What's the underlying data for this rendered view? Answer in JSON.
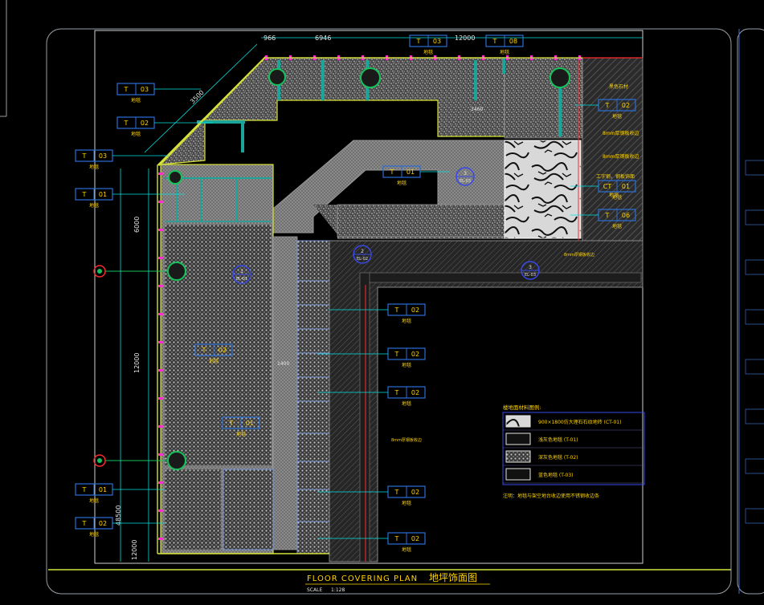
{
  "drawing": {
    "title_en": "FLOOR COVERING PLAN",
    "title_cn": "地坪饰面图",
    "scale_label": "SCALE",
    "scale_value": "1:128"
  },
  "dimensions": {
    "top_966": "966",
    "top_6946": "6946",
    "top_12000": "12000",
    "left_6000": "6000",
    "left_12000": "12000",
    "left_48500": "48500",
    "left_12000b": "12000",
    "diag_3500": "3500",
    "inner_3460": "3460",
    "inner_1400": "1400"
  },
  "tags": [
    {
      "id": "T-03-top-a",
      "code": "T",
      "num": "03",
      "sub": "地毯"
    },
    {
      "id": "T-08-top-b",
      "code": "T",
      "num": "08",
      "sub": "地毯"
    },
    {
      "id": "T-03-left-a",
      "code": "T",
      "num": "03",
      "sub": "地毯"
    },
    {
      "id": "T-02-left-b",
      "code": "T",
      "num": "02",
      "sub": "地毯"
    },
    {
      "id": "T-03-left-c",
      "code": "T",
      "num": "03",
      "sub": "地毯"
    },
    {
      "id": "T-01-left-d",
      "code": "T",
      "num": "01",
      "sub": "地毯"
    },
    {
      "id": "T-01-center",
      "code": "T",
      "num": "01",
      "sub": "地毯"
    },
    {
      "id": "T-02-right-a",
      "code": "T",
      "num": "02",
      "sub": "地毯"
    },
    {
      "id": "CT-01-right",
      "code": "CT",
      "num": "01",
      "sub": "地毯"
    },
    {
      "id": "T-06-right",
      "code": "T",
      "num": "06",
      "sub": "地毯"
    },
    {
      "id": "T-02-mid",
      "code": "T",
      "num": "02",
      "sub": "地毯"
    },
    {
      "id": "T-01-mid-b",
      "code": "T",
      "num": "01",
      "sub": "地毯"
    },
    {
      "id": "T-02-c1",
      "code": "T",
      "num": "02",
      "sub": "地毯"
    },
    {
      "id": "T-02-c2",
      "code": "T",
      "num": "02",
      "sub": "地毯"
    },
    {
      "id": "T-02-c3",
      "code": "T",
      "num": "02",
      "sub": "地毯"
    },
    {
      "id": "T-02-c4",
      "code": "T",
      "num": "02",
      "sub": "地毯"
    },
    {
      "id": "T-02-c5",
      "code": "T",
      "num": "02",
      "sub": "地毯"
    },
    {
      "id": "T-01-bl",
      "code": "T",
      "num": "01",
      "sub": "地毯"
    },
    {
      "id": "T-02-bl",
      "code": "T",
      "num": "02",
      "sub": "地毯"
    }
  ],
  "section_marks": [
    {
      "num": "3",
      "ref": "EL-03"
    },
    {
      "num": "1",
      "ref": "EL-01"
    },
    {
      "num": "2",
      "ref": "EL-02"
    },
    {
      "num": "3",
      "ref": "EL-03"
    }
  ],
  "annotations": {
    "right_1": "黑色石材",
    "right_2": "8mm厚钢板收边",
    "right_3": "8mm厚钢板收边",
    "right_4": "工字钢，钢板饰面",
    "right_5": "地坪",
    "mid_note": "8mm厚钢板收边",
    "lower_note": "8mm厚钢板收边"
  },
  "legend": {
    "title": "楼地面材料图例:",
    "items": [
      {
        "label": "900×1800仿大理石石纹地砖 (CT-01)",
        "pattern": "marble"
      },
      {
        "label": "浅灰色地毯 (T-01)",
        "pattern": "plain"
      },
      {
        "label": "深灰色地毯 (T-02)",
        "pattern": "dots"
      },
      {
        "label": "蓝色地毯 (T-03)",
        "pattern": "plain"
      }
    ],
    "note": "注明：地毯与架空地台收边使用不锈钢收边条"
  },
  "colors": {
    "background": "#000000",
    "border": "#9aa0a6",
    "tag": "#2c6fd6",
    "tag_text": "#ffd400",
    "dim": "#00e0e0",
    "wall": "#ff2dd2",
    "teal": "#1ba59a",
    "yellow": "#d6e23a",
    "red": "#ff2a2a"
  }
}
